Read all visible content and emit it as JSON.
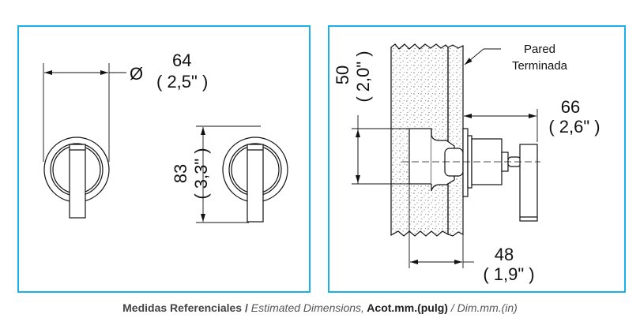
{
  "colors": {
    "border": "#1ab0e8",
    "line": "#111111"
  },
  "front_view": {
    "diameter_symbol": "Ø",
    "diameter_mm": "64",
    "diameter_in": "( 2,5\" )",
    "height_mm": "83",
    "height_in": "( 3,3\" )"
  },
  "side_view": {
    "wall_label_1": "Pared",
    "wall_label_2": "Terminada",
    "box_height_mm": "50",
    "box_height_in": "( 2,0\" )",
    "projection_mm": "66",
    "projection_in": "( 2,6\" )",
    "depth_mm": "48",
    "depth_in": "( 1,9\" )"
  },
  "caption": {
    "part1": "Medidas Referenciales /",
    "part2": " Estimated Dimensions,",
    "part3": " Acot.mm.(pulg)",
    "part4": " / Dim.mm.(in)"
  }
}
